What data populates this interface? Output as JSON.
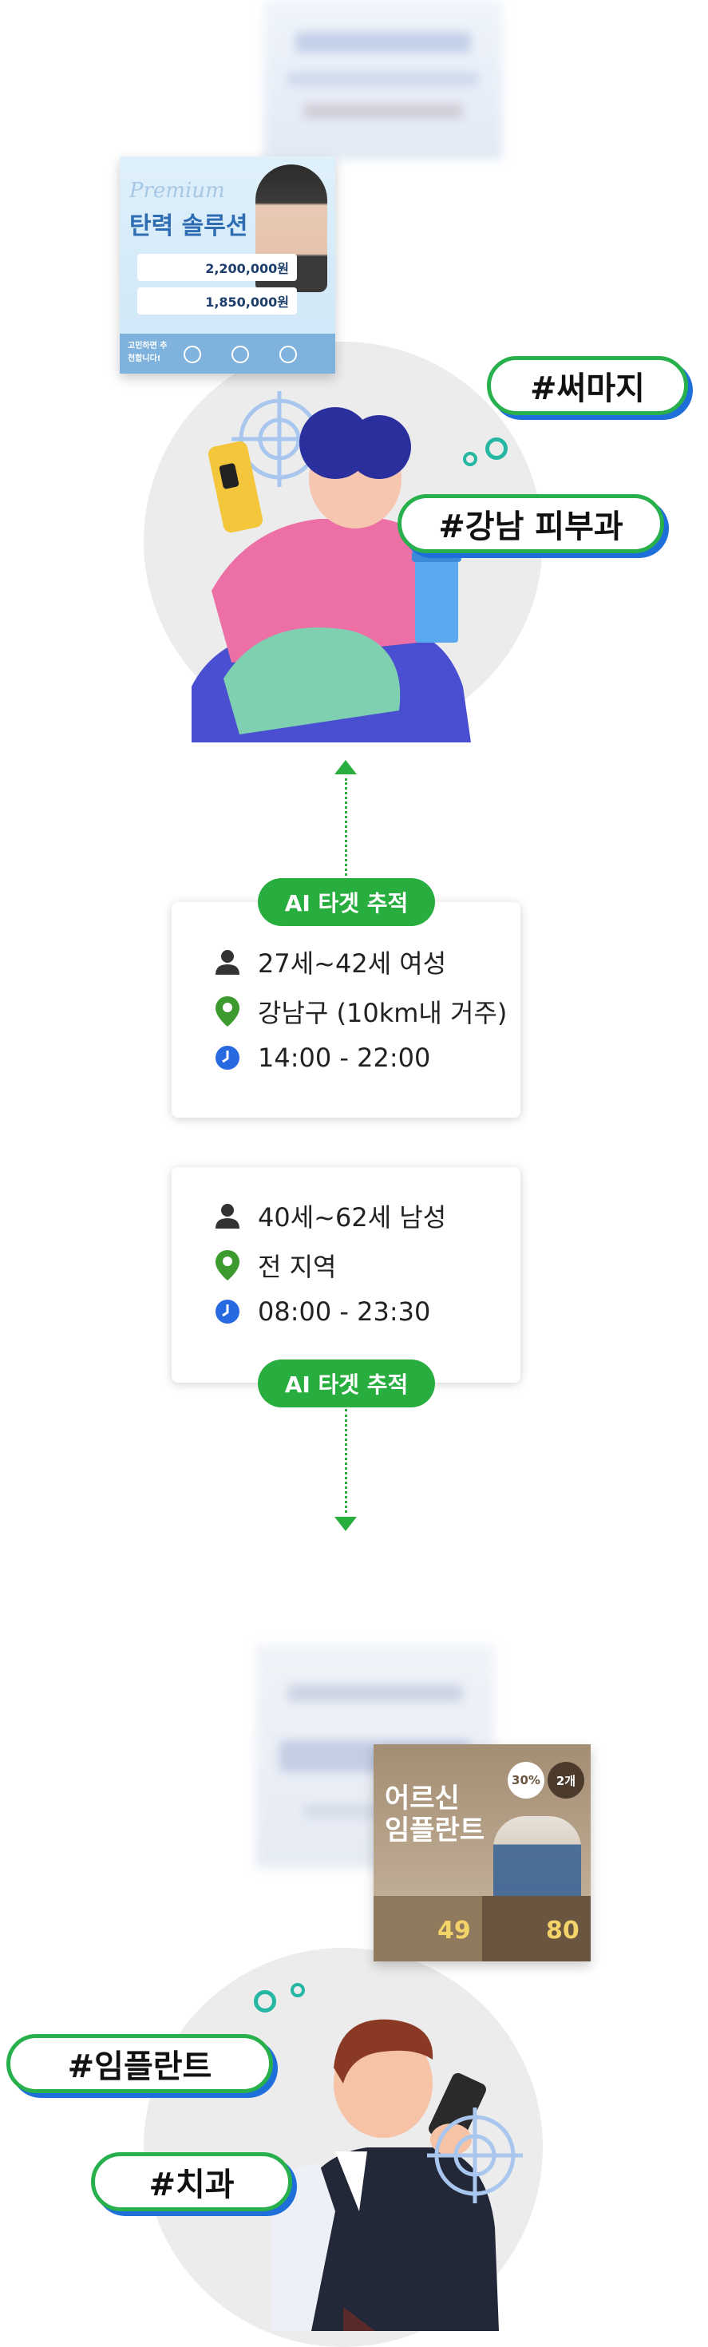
{
  "tags": {
    "top1": "#써마지",
    "top2": "#강남 피부과",
    "bottom1": "#임플란트",
    "bottom2": "#치과"
  },
  "cards": [
    {
      "pill": "AI 타겟 추적",
      "rows": [
        {
          "icon": "person-icon",
          "text": "27세~42세 여성"
        },
        {
          "icon": "location-pin-icon",
          "text": "강남구 (10km내 거주)"
        },
        {
          "icon": "clock-icon",
          "text": "14:00 - 22:00"
        }
      ]
    },
    {
      "pill": "AI 타겟 추적",
      "rows": [
        {
          "icon": "person-icon",
          "text": "40세~62세 남성"
        },
        {
          "icon": "location-pin-icon",
          "text": "전 지역"
        },
        {
          "icon": "clock-icon",
          "text": "08:00 - 23:30"
        }
      ]
    }
  ],
  "ad_skin": {
    "title": "탄력 솔루션",
    "script": "Premium",
    "price1": "2,200,000원",
    "price2": "1,850,000원",
    "footer": "고민하면 추천합니다!"
  },
  "ad_implant": {
    "title1": "어르신",
    "title2": "임플란트",
    "badge1": "30%",
    "badge2": "2개",
    "price1": "49",
    "price2": "80"
  },
  "colors": {
    "green": "#27ae3f",
    "blue": "#1e6fd9",
    "teal": "#26b7a3"
  }
}
